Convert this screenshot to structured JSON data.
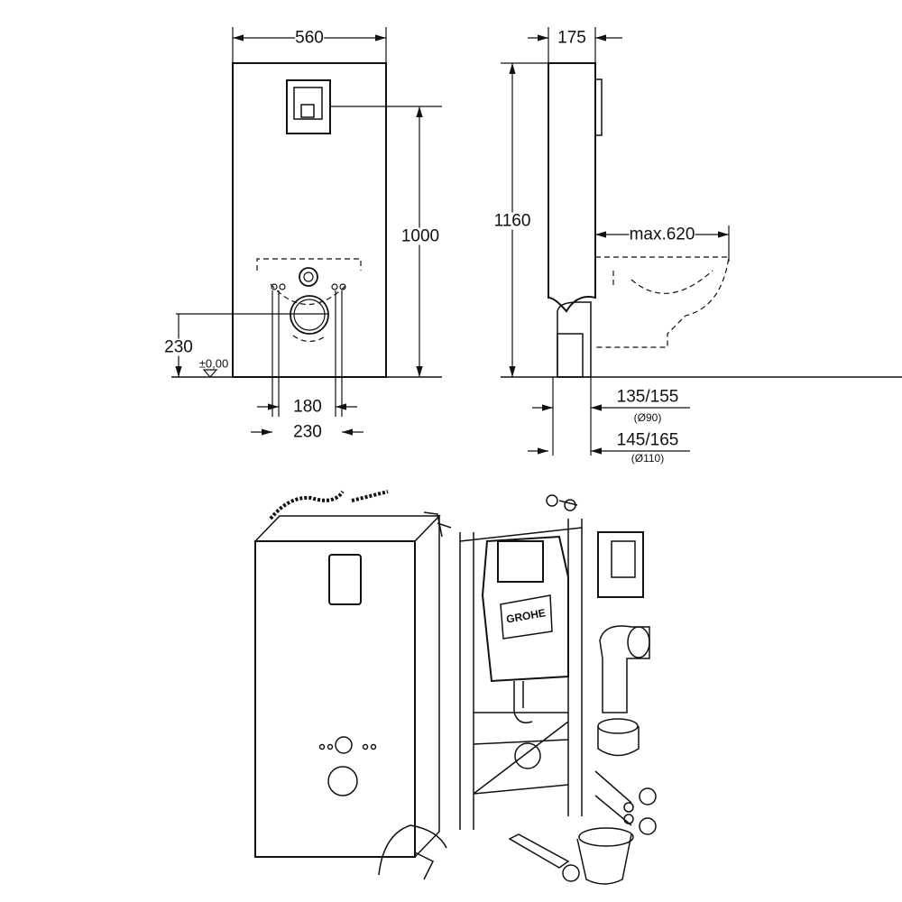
{
  "front_view": {
    "width_label": "560",
    "height_label": "1000",
    "inlet_height_label": "230",
    "floor_level_label": "±0,00",
    "bolt_spacing_inner_label": "180",
    "bolt_spacing_outer_label": "230"
  },
  "side_view": {
    "depth_label": "175",
    "total_height_label": "1160",
    "projection_label": "max.620",
    "drain_90_label": "135/155",
    "drain_90_diameter": "(Ø90)",
    "drain_110_label": "145/165",
    "drain_110_diameter": "(Ø110)"
  },
  "exploded_view": {
    "brand_logo": "GROHE"
  }
}
